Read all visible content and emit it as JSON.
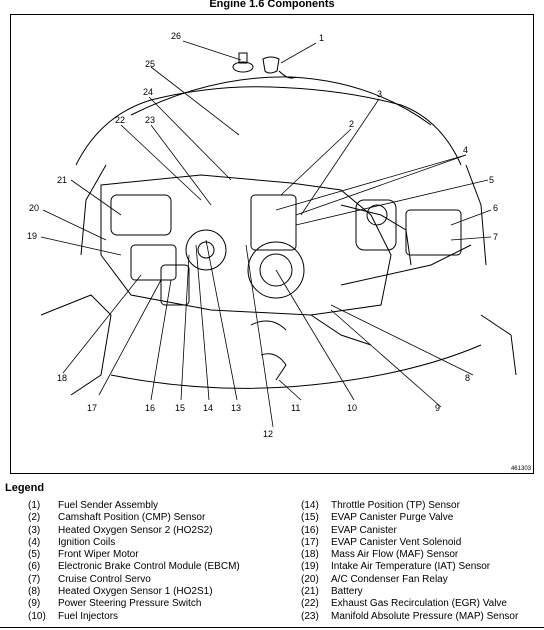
{
  "title": "Engine 1.6 Components",
  "figure_id": "461303",
  "legend_title": "Legend",
  "callout_numbers": [
    "1",
    "2",
    "3",
    "4",
    "5",
    "6",
    "7",
    "8",
    "9",
    "10",
    "11",
    "12",
    "13",
    "14",
    "15",
    "16",
    "17",
    "18",
    "19",
    "20",
    "21",
    "22",
    "23",
    "24",
    "25",
    "26"
  ],
  "legend": [
    {
      "num": "(1)",
      "label": "Fuel Sender Assembly"
    },
    {
      "num": "(2)",
      "label": "Camshaft Position (CMP) Sensor"
    },
    {
      "num": "(3)",
      "label": "Heated Oxygen Sensor 2 (HO2S2)"
    },
    {
      "num": "(4)",
      "label": "Ignition Coils"
    },
    {
      "num": "(5)",
      "label": "Front Wiper Motor"
    },
    {
      "num": "(6)",
      "label": "Electronic Brake Control Module (EBCM)"
    },
    {
      "num": "(7)",
      "label": "Cruise Control Servo"
    },
    {
      "num": "(8)",
      "label": "Heated Oxygen Sensor 1 (HO2S1)"
    },
    {
      "num": "(9)",
      "label": "Power Steering Pressure Switch"
    },
    {
      "num": "(10)",
      "label": "Fuel Injectors"
    },
    {
      "num": "(14)",
      "label": "Throttle Position (TP) Sensor"
    },
    {
      "num": "(15)",
      "label": "EVAP Canister Purge Valve"
    },
    {
      "num": "(16)",
      "label": "EVAP Canister"
    },
    {
      "num": "(17)",
      "label": "EVAP Canister Vent Solenoid"
    },
    {
      "num": "(18)",
      "label": "Mass Air Flow (MAF) Sensor"
    },
    {
      "num": "(19)",
      "label": "Intake Air Temperature (IAT) Sensor"
    },
    {
      "num": "(20)",
      "label": "A/C Condenser Fan Relay"
    },
    {
      "num": "(21)",
      "label": "Battery"
    },
    {
      "num": "(22)",
      "label": "Exhaust Gas Recirculation (EGR) Valve"
    },
    {
      "num": "(23)",
      "label": "Manifold Absolute Pressure (MAP) Sensor"
    }
  ]
}
